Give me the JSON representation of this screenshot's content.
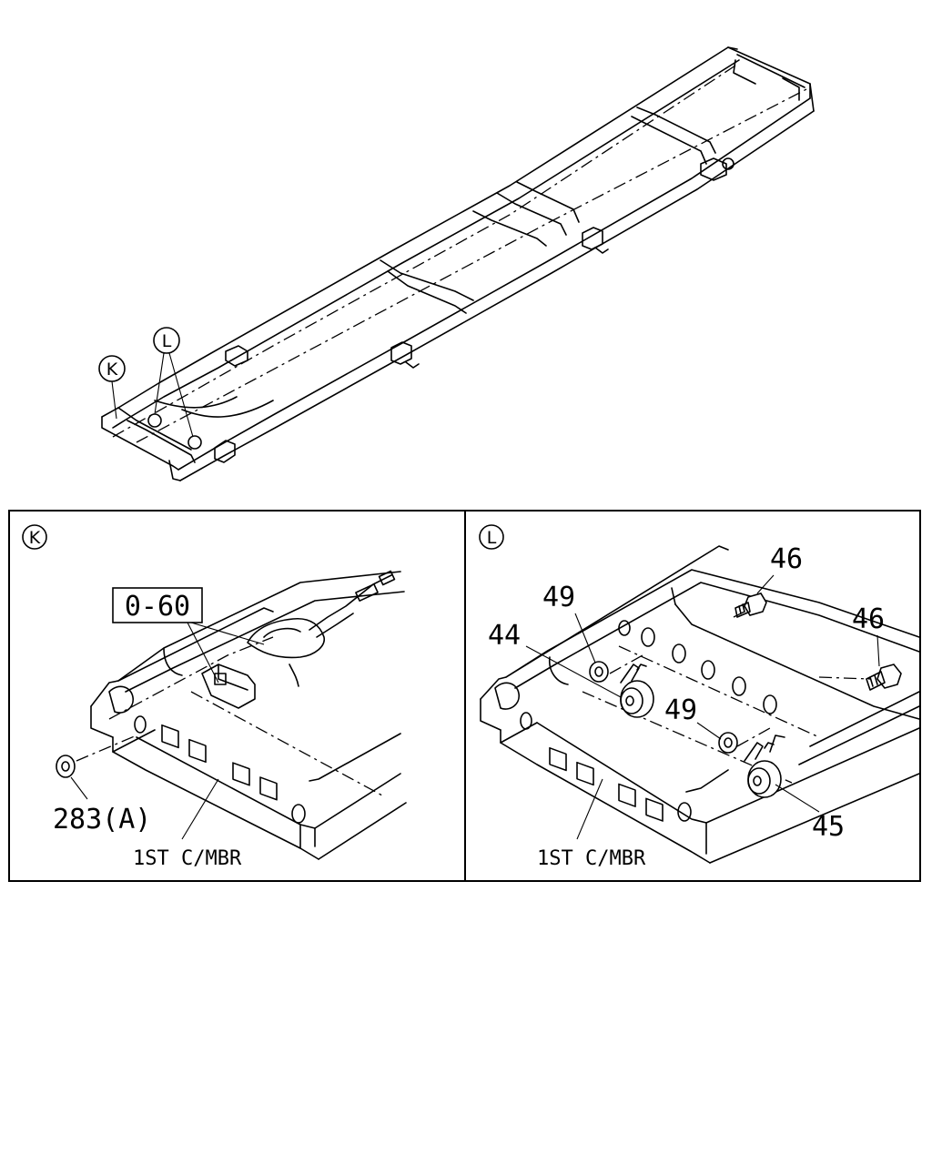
{
  "overview": {
    "callout_k": "K",
    "callout_l": "L"
  },
  "detail_k": {
    "marker": "K",
    "ref_label": "0-60",
    "part_283": "283(A)",
    "member_label": "1ST C/MBR"
  },
  "detail_l": {
    "marker": "L",
    "part_46a": "46",
    "part_46b": "46",
    "part_49a": "49",
    "part_49b": "49",
    "part_44": "44",
    "part_45": "45",
    "member_label": "1ST C/MBR"
  }
}
